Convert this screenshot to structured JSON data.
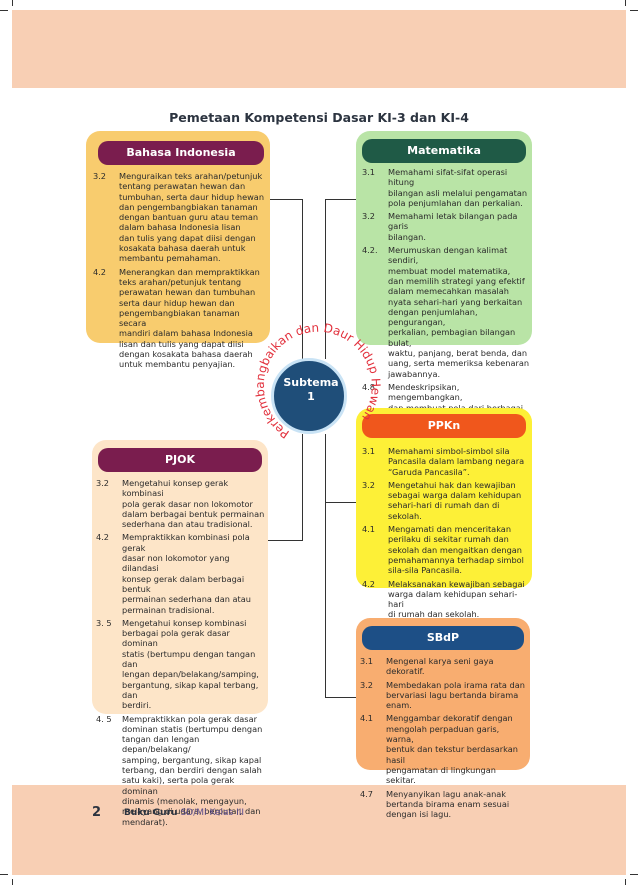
{
  "title": "Pemetaan Kompetensi Dasar KI-3 dan KI-4",
  "center": {
    "label": "Subtema\n1",
    "arc_text": "Perkembangbaikan dan Daur Hidup Hewan"
  },
  "colors": {
    "band": "#f8cfb4",
    "bahasa": "#f8cc6e",
    "bahasa_head": "#7a1d4e",
    "matematika": "#b9e4a6",
    "matematika_head": "#1f5a46",
    "pjok": "#fde5c8",
    "pjok_head": "#7a1d4e",
    "ppkn": "#fdf037",
    "ppkn_head": "#f0571c",
    "sbdp": "#f8ad70",
    "sbdp_head": "#1d4f86",
    "arc_text": "#e2313d"
  },
  "bahasa": {
    "heading": "Bahasa Indonesia",
    "items": [
      {
        "no": "3.2",
        "text": "Menguraikan teks arahan/petunjuk\ntentang perawatan hewan dan\ntumbuhan, serta daur hidup hewan\ndan pengembangbiakan tanaman\ndengan bantuan guru atau teman\ndalam bahasa Indonesia lisan\ndan tulis yang dapat diisi dengan\nkosakata bahasa daerah untuk\nmembantu pemahaman."
      },
      {
        "no": "4.2",
        "text": "Menerangkan dan mempraktikkan\nteks arahan/petunjuk tentang\nperawatan hewan dan tumbuhan\nserta daur hidup hewan dan\npengembangbiakan tanaman secara\nmandiri dalam bahasa Indonesia\nlisan dan tulis yang dapat diisi\ndengan kosakata bahasa daerah\nuntuk membantu penyajian."
      }
    ]
  },
  "matematika": {
    "heading": "Matematika",
    "items": [
      {
        "no": "3.1",
        "text": "Memahami sifat-sifat operasi hitung\nbilangan asli melalui pengamatan\npola penjumlahan dan perkalian."
      },
      {
        "no": "3.2",
        "text": "Memahami letak bilangan pada garis\nbilangan."
      },
      {
        "no": "4.2.",
        "text": "Merumuskan dengan kalimat sendiri,\nmembuat model matematika,\ndan memilih strategi yang efektif\ndalam memecahkan masalah\nnyata sehari-hari yang berkaitan\ndengan penjumlahan, pengurangan,\nperkalian, pembagian bilangan bulat,\nwaktu, panjang, berat benda, dan\nuang, serta memeriksa kebenaran\njawabannya."
      },
      {
        "no": "4.8.",
        "text": "Mendeskripsikan, mengembangkan,\ndan membuat pola dari berbagai pola\nnumerik dan pola geometris."
      }
    ]
  },
  "pjok": {
    "heading": "PJOK",
    "items": [
      {
        "no": "3.2",
        "text": "Mengetahui konsep gerak kombinasi\npola gerak dasar non lokomotor\ndalam berbagai bentuk permainan\nsederhana dan atau tradisional."
      },
      {
        "no": "4.2",
        "text": "Mempraktikkan kombinasi pola gerak\ndasar non lokomotor yang dilandasi\nkonsep gerak dalam berbagai bentuk\npermainan sederhana dan atau\npermainan tradisional."
      },
      {
        "no": "3. 5",
        "text": "Mengetahui konsep kombinasi\nberbagai pola gerak dasar dominan\nstatis (bertumpu dengan tangan dan\nlengan depan/belakang/samping,\nbergantung, sikap kapal terbang, dan\nberdiri."
      },
      {
        "no": "4. 5",
        "text": "Mempraktikkan  pola gerak dasar\ndominan statis (bertumpu dengan\ntangan dan lengan depan/belakang/\nsamping, bergantung, sikap kapal\nterbang, dan berdiri dengan salah\nsatu kaki), serta pola gerak dominan\ndinamis (menolak, mengayun,\nmelayang di udara, berputar, dan\nmendarat)."
      }
    ]
  },
  "ppkn": {
    "heading": "PPKn",
    "items": [
      {
        "no": "3.1",
        "text": "Memahami simbol-simbol sila\nPancasila dalam lambang negara\n“Garuda Pancasila”."
      },
      {
        "no": "3.2",
        "text": "Mengetahui hak dan kewajiban\nsebagai warga dalam kehidupan\nsehari-hari di rumah dan di sekolah."
      },
      {
        "no": "4.1",
        "text": "Mengamati dan menceritakan\nperilaku di sekitar rumah dan\nsekolah dan mengaitkan dengan\npemahamannya terhadap simbol\nsila-sila Pancasila."
      },
      {
        "no": "4.2",
        "text": "Melaksanakan kewajiban sebagai\nwarga dalam kehidupan sehari-hari\ndi rumah dan sekolah."
      }
    ]
  },
  "sbdp": {
    "heading": "SBdP",
    "items": [
      {
        "no": "3.1",
        "text": "Mengenal karya seni gaya dekoratif."
      },
      {
        "no": "3.2",
        "text": "Membedakan pola irama rata dan\nbervariasi lagu bertanda birama\nenam."
      },
      {
        "no": "4.1",
        "text": "Menggambar dekoratif dengan\nmengolah perpaduan garis, warna,\nbentuk dan tekstur berdasarkan hasil\npengamatan di lingkungan sekitar."
      },
      {
        "no": "4.7",
        "text": "Menyanyikan lagu anak-anak\nbertanda birama enam sesuai\ndengan isi lagu."
      }
    ]
  },
  "footer": {
    "page": "2",
    "book": "Buku Guru",
    "cls": "SD/MI Kelas III"
  }
}
